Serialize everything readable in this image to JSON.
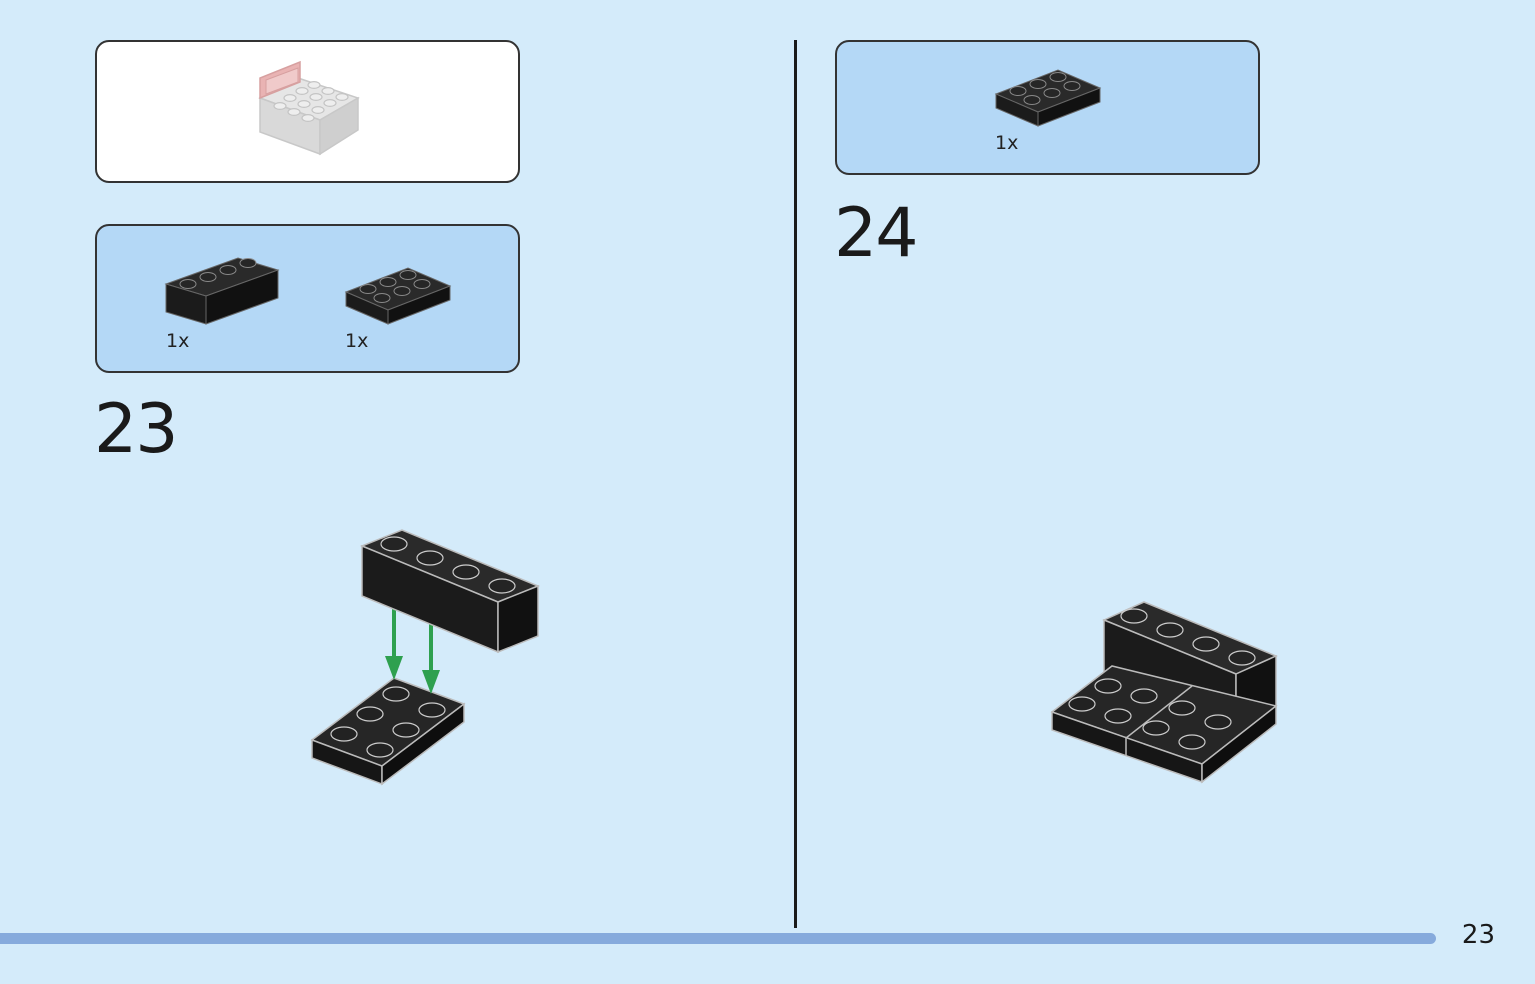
{
  "left": {
    "parts": [
      {
        "qty": "1x"
      },
      {
        "qty": "1x"
      }
    ],
    "step_number": "23"
  },
  "right": {
    "parts": [
      {
        "qty": "1x"
      }
    ],
    "step_number": "24"
  },
  "footer": {
    "page_number": "23"
  },
  "colors": {
    "background": "#d4ebfa",
    "parts_panel": "#b4d8f6",
    "brick": "#1b1b1b",
    "arrow": "#2ea04f",
    "footer_bar": "#86aadc"
  }
}
